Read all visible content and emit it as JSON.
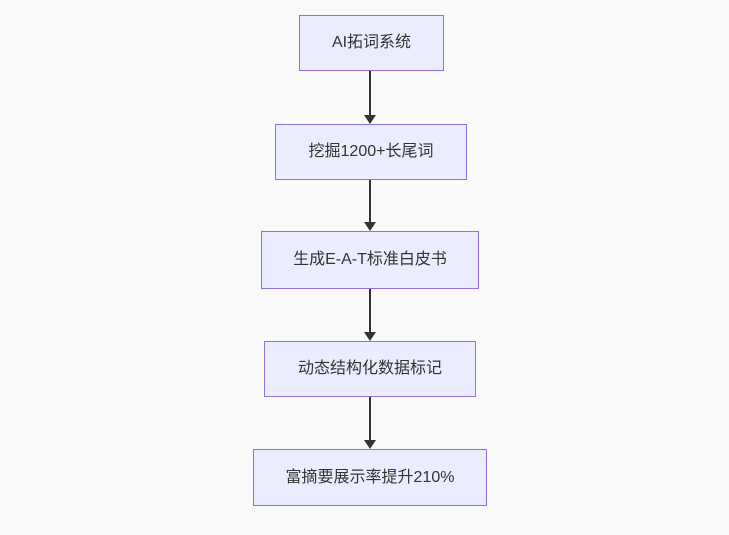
{
  "diagram": {
    "type": "flowchart",
    "direction": "top-down",
    "nodes": [
      {
        "id": "step-1",
        "label": "AI拓词系统"
      },
      {
        "id": "step-2",
        "label": "挖掘1200+长尾词"
      },
      {
        "id": "step-3",
        "label": "生成E-A-T标准白皮书"
      },
      {
        "id": "step-4",
        "label": "动态结构化数据标记"
      },
      {
        "id": "step-5",
        "label": "富摘要展示率提升210%"
      }
    ],
    "edges": [
      {
        "from": "step-1",
        "to": "step-2"
      },
      {
        "from": "step-2",
        "to": "step-3"
      },
      {
        "from": "step-3",
        "to": "step-4"
      },
      {
        "from": "step-4",
        "to": "step-5"
      }
    ],
    "colors": {
      "background": "#fafafa",
      "node_fill": "#ECECFF",
      "node_border": "#9370DB",
      "node_text": "#333333",
      "arrow": "#333333"
    }
  }
}
